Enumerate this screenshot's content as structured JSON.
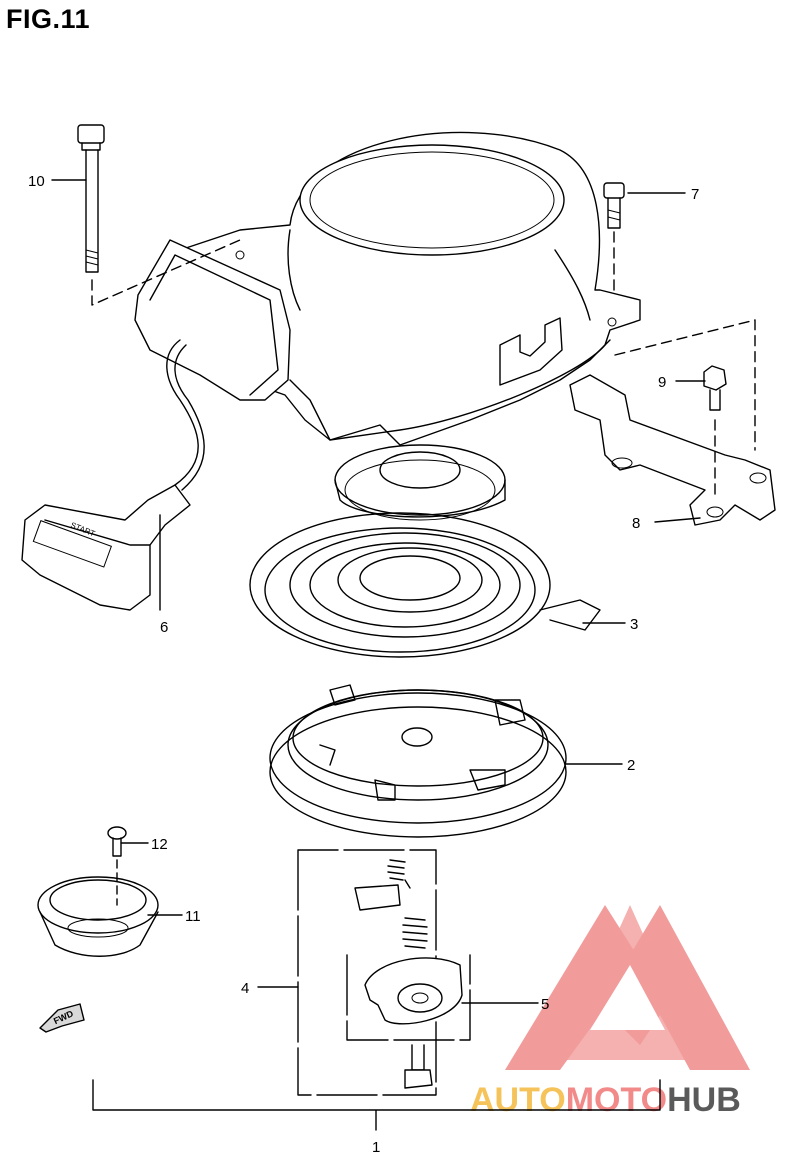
{
  "figure": {
    "title": "FIG.11"
  },
  "callouts": [
    {
      "id": "1",
      "text": "1"
    },
    {
      "id": "2",
      "text": "2"
    },
    {
      "id": "3",
      "text": "3"
    },
    {
      "id": "4",
      "text": "4"
    },
    {
      "id": "5",
      "text": "5"
    },
    {
      "id": "6",
      "text": "6"
    },
    {
      "id": "7",
      "text": "7"
    },
    {
      "id": "8",
      "text": "8"
    },
    {
      "id": "9",
      "text": "9"
    },
    {
      "id": "10",
      "text": "10"
    },
    {
      "id": "11",
      "text": "11"
    },
    {
      "id": "12",
      "text": "12"
    }
  ],
  "handle_text": "START",
  "fwd_text": "FWD",
  "watermark": {
    "part1": "AUTO",
    "part2": "MOTO",
    "part3": "HUB",
    "colors": {
      "logo": "#f08a8a",
      "auto": "#f5c35a",
      "moto": "#f28a8a",
      "hub": "#555555"
    }
  }
}
